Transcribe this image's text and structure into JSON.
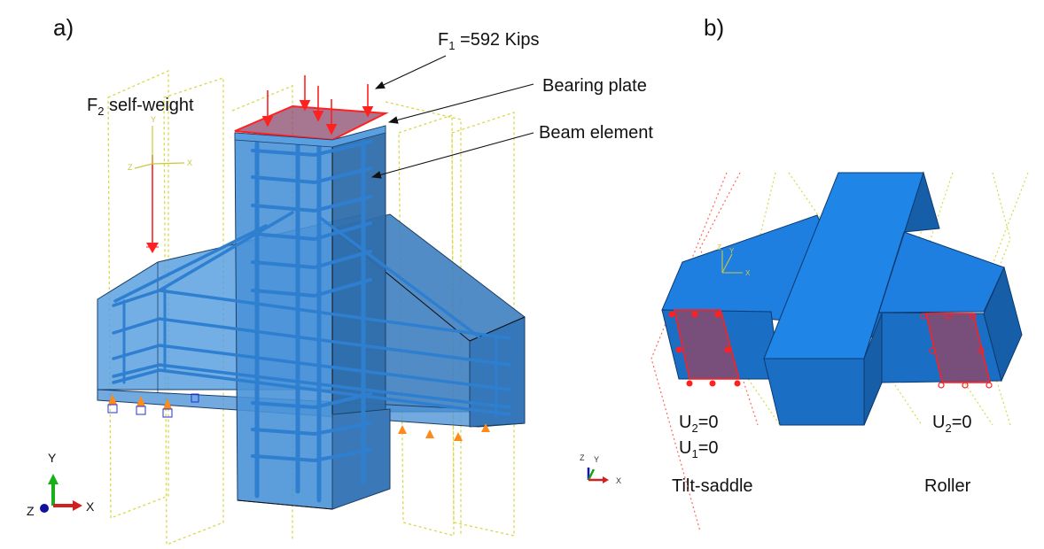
{
  "panels": {
    "a": {
      "label": "a)"
    },
    "b": {
      "label": "b)"
    }
  },
  "annotations": {
    "f1": {
      "symbol": "F",
      "subscript": "1",
      "text": " =592 Kips"
    },
    "f2": {
      "symbol": "F",
      "subscript": "2",
      "text": " self-weight"
    },
    "bearing_plate": "Bearing plate",
    "beam_element": "Beam element"
  },
  "supports": {
    "tilt_saddle": {
      "name": "Tilt-saddle",
      "bc1": {
        "symbol": "U",
        "subscript": "2",
        "text": "=0"
      },
      "bc2": {
        "symbol": "U",
        "subscript": "1",
        "text": "=0"
      }
    },
    "roller": {
      "name": "Roller",
      "bc1": {
        "symbol": "U",
        "subscript": "2",
        "text": "=0"
      }
    }
  },
  "triads": {
    "a_global": {
      "x": "X",
      "y": "Y",
      "z": "Z"
    },
    "a_local": {
      "x": "X",
      "y": "Y",
      "z": "Z"
    },
    "b_global": {
      "x": "X",
      "y": "Y",
      "z": "Z"
    },
    "b_local": {
      "x": "X",
      "y": "Y",
      "z": "Z"
    }
  },
  "colors": {
    "concrete": "#3f8fdc",
    "concrete_dark": "#2f6fb0",
    "solid": "#1f7fe0",
    "solid_dark": "#175ea8",
    "rebar": "#2e7fd0",
    "load": "#ff2020",
    "plate": "#8a4a6e",
    "guide": "#d8d84a",
    "bc_orange": "#ff8a1a",
    "bc_blue": "#2030e0"
  }
}
